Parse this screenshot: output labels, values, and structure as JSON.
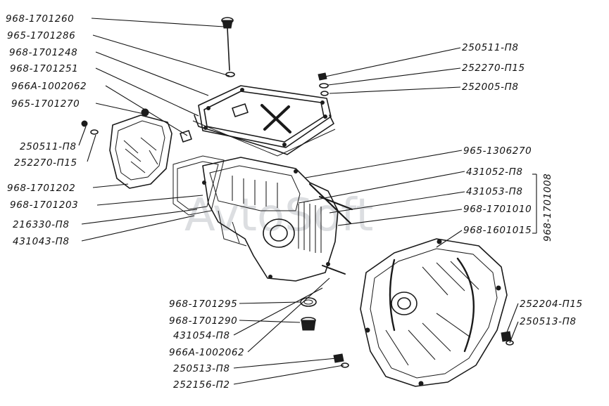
{
  "watermark": "AvtoSoft",
  "group_label": "968-1701008",
  "labels_left": [
    {
      "id": "l1",
      "text": "968-1701260"
    },
    {
      "id": "l2",
      "text": "965-1701286"
    },
    {
      "id": "l3",
      "text": "968-1701248"
    },
    {
      "id": "l4",
      "text": "968-1701251"
    },
    {
      "id": "l5",
      "text": "966А-1002062"
    },
    {
      "id": "l6",
      "text": "965-1701270"
    },
    {
      "id": "l7",
      "text": "250511-П8"
    },
    {
      "id": "l8",
      "text": "252270-П15"
    },
    {
      "id": "l9",
      "text": "968-1701202"
    },
    {
      "id": "l10",
      "text": "968-1701203"
    },
    {
      "id": "l11",
      "text": "216330-П8"
    },
    {
      "id": "l12",
      "text": "431043-П8"
    }
  ],
  "labels_right": [
    {
      "id": "r1",
      "text": "250511-П8"
    },
    {
      "id": "r2",
      "text": "252270-П15"
    },
    {
      "id": "r3",
      "text": "252005-П8"
    },
    {
      "id": "r4",
      "text": "965-1306270"
    },
    {
      "id": "r5",
      "text": "431052-П8"
    },
    {
      "id": "r6",
      "text": "431053-П8"
    },
    {
      "id": "r7",
      "text": "968-1701010"
    },
    {
      "id": "r8",
      "text": "968-1601015"
    },
    {
      "id": "r9",
      "text": "252204-П15"
    },
    {
      "id": "r10",
      "text": "250513-П8"
    }
  ],
  "labels_bottom": [
    {
      "id": "b1",
      "text": "968-1701295"
    },
    {
      "id": "b2",
      "text": "968-1701290"
    },
    {
      "id": "b3",
      "text": "431054-П8"
    },
    {
      "id": "b4",
      "text": "966А-1002062"
    },
    {
      "id": "b5",
      "text": "250513-П8"
    },
    {
      "id": "b6",
      "text": "252156-П2"
    }
  ]
}
